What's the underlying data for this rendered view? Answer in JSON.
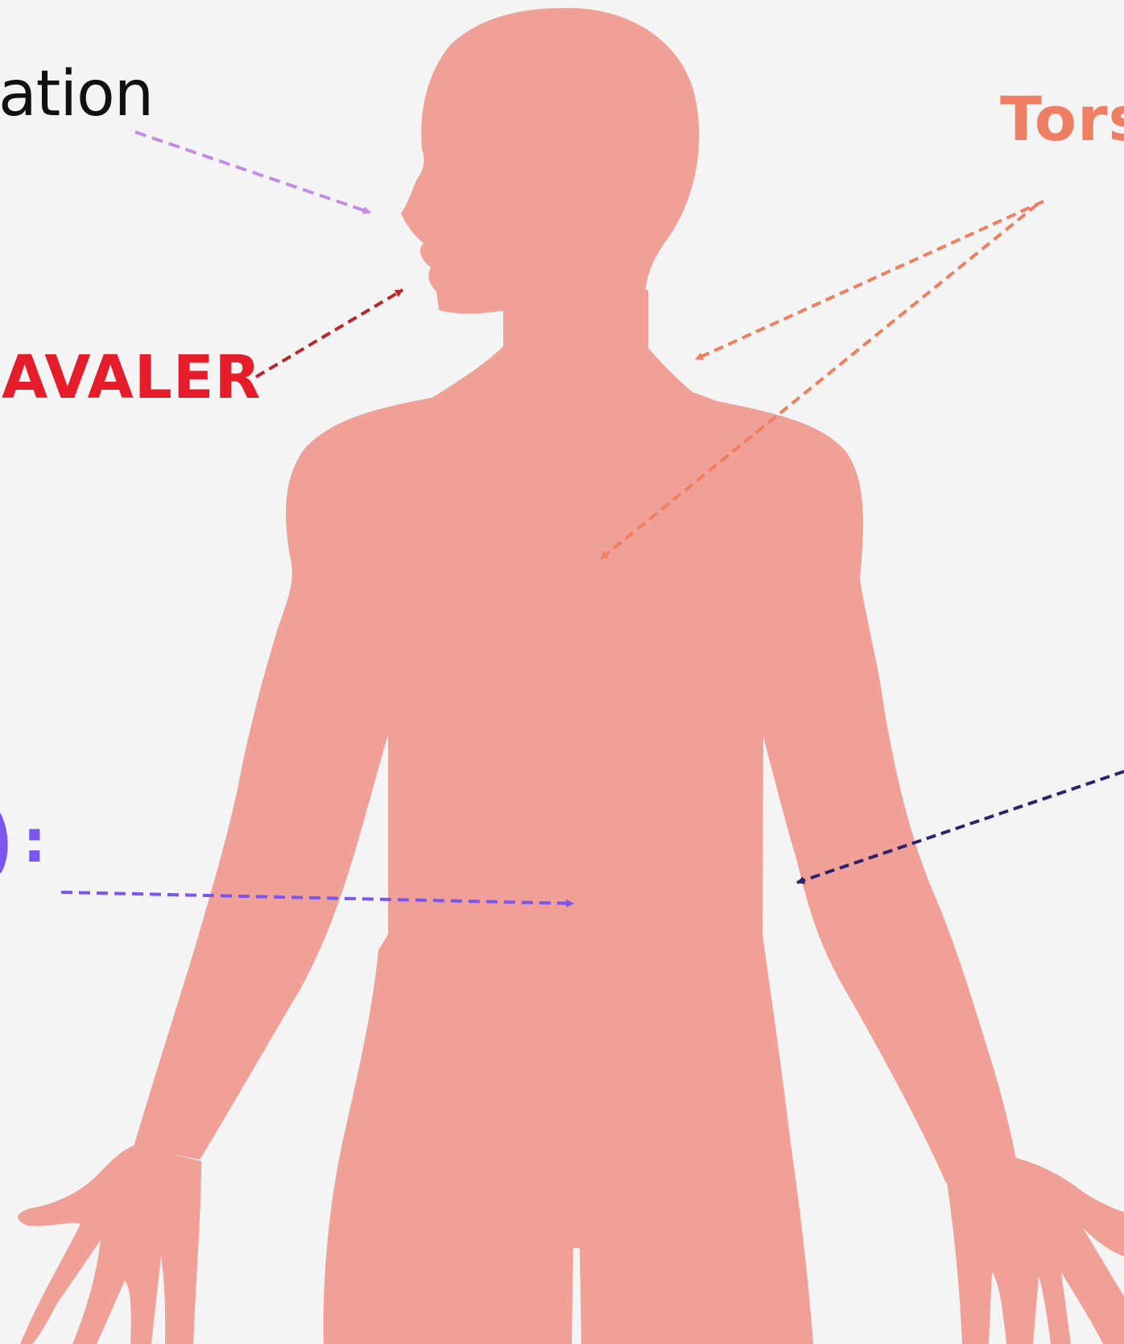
{
  "labels": {
    "top_left": "ation",
    "mid_left": "AVALER",
    "top_right": "Tors",
    "lower_left_colon": ":"
  },
  "colors": {
    "background": "#f4f4f4",
    "body_fill": "#f0a097",
    "label_dark": "#111111",
    "label_red": "#e51d2a",
    "label_orange": "#ef7f62",
    "label_purple": "#7a56ee",
    "arrow_lavender": "#c58ce6",
    "arrow_dark_red": "#b9262c",
    "arrow_orange": "#f07e60",
    "arrow_purple": "#7a56ee",
    "arrow_navy": "#2c2370"
  }
}
